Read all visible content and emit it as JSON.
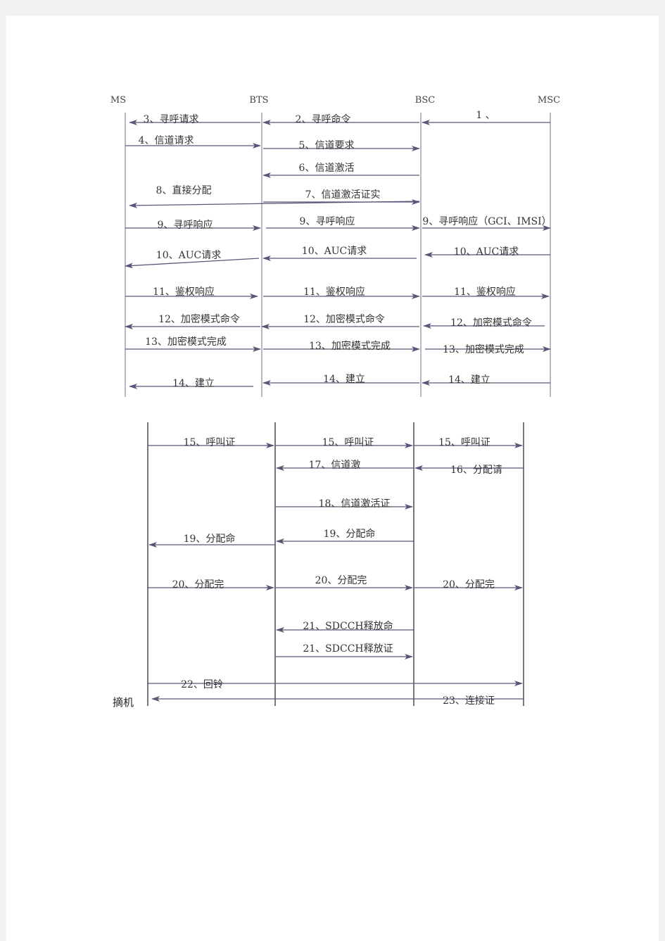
{
  "diagram1": {
    "entities": [
      "MS",
      "BTS",
      "BSC",
      "MSC"
    ],
    "messages": [
      {
        "from": "MSC",
        "to": "BSC",
        "label": "1 、"
      },
      {
        "from": "BSC",
        "to": "BTS",
        "label": "2、寻呼命令"
      },
      {
        "from": "BTS",
        "to": "MS",
        "label": "3、寻呼请求"
      },
      {
        "from": "MS",
        "to": "BTS",
        "label": "4、信道请求"
      },
      {
        "from": "BTS",
        "to": "BSC",
        "label": "5、信道要求"
      },
      {
        "from": "BSC",
        "to": "BTS",
        "label": "6、信道激活"
      },
      {
        "from": "BTS",
        "to": "BSC",
        "label": "7、信道激活证实"
      },
      {
        "from": "BSC",
        "to": "MS",
        "label": "8、直接分配"
      },
      {
        "from": "MS",
        "to": "BTS",
        "label": "9、寻呼响应"
      },
      {
        "from": "BTS",
        "to": "BSC",
        "label": "9、寻呼响应"
      },
      {
        "from": "BSC",
        "to": "MSC",
        "label": "9、寻呼响应（GCI、IMSI）"
      },
      {
        "from": "MSC",
        "to": "BSC",
        "label": "10、AUC请求"
      },
      {
        "from": "BSC",
        "to": "BTS",
        "label": "10、AUC请求"
      },
      {
        "from": "BTS",
        "to": "MS",
        "label": "10、AUC请求"
      },
      {
        "from": "MS",
        "to": "BTS",
        "label": "11、鉴权响应"
      },
      {
        "from": "BTS",
        "to": "BSC",
        "label": "11、鉴权响应"
      },
      {
        "from": "BSC",
        "to": "MSC",
        "label": "11、鉴权响应"
      },
      {
        "from": "MSC",
        "to": "BSC",
        "label": "12、加密模式命令"
      },
      {
        "from": "BSC",
        "to": "BTS",
        "label": "12、加密模式命令"
      },
      {
        "from": "BTS",
        "to": "MS",
        "label": "12、加密模式命令"
      },
      {
        "from": "MS",
        "to": "BTS",
        "label": "13、加密模式完成"
      },
      {
        "from": "BTS",
        "to": "BSC",
        "label": "13、加密模式完成"
      },
      {
        "from": "BSC",
        "to": "MSC",
        "label": "13、加密模式完成"
      },
      {
        "from": "MSC",
        "to": "BSC",
        "label": "14、建立"
      },
      {
        "from": "BSC",
        "to": "BTS",
        "label": "14、建立"
      },
      {
        "from": "BTS",
        "to": "MS",
        "label": "14、建立"
      }
    ]
  },
  "diagram2": {
    "side_label": "摘机",
    "messages": [
      {
        "from": "MS",
        "to": "BTS",
        "label": "15、呼叫证"
      },
      {
        "from": "BTS",
        "to": "BSC",
        "label": "15、呼叫证"
      },
      {
        "from": "BSC",
        "to": "MSC",
        "label": "15、呼叫证"
      },
      {
        "from": "BSC",
        "to": "BTS",
        "label": "17、信道激"
      },
      {
        "from": "MSC",
        "to": "BSC",
        "label": "16、分配请"
      },
      {
        "from": "BTS",
        "to": "BSC",
        "label": "18、信道激活证"
      },
      {
        "from": "BTS",
        "to": "MS",
        "label": "19、分配命"
      },
      {
        "from": "BSC",
        "to": "BTS",
        "label": "19、分配命"
      },
      {
        "from": "MS",
        "to": "BTS",
        "label": "20、分配完"
      },
      {
        "from": "BTS",
        "to": "BSC",
        "label": "20、分配完"
      },
      {
        "from": "BSC",
        "to": "MSC",
        "label": "20、分配完"
      },
      {
        "from": "BSC",
        "to": "BTS",
        "label": "21、SDCCH释放命"
      },
      {
        "from": "BTS",
        "to": "BSC",
        "label": "21、SDCCH释放证"
      },
      {
        "from": "MS",
        "to": "MSC",
        "label": "22、回铃"
      },
      {
        "from": "MSC",
        "to": "MS",
        "label": "23、连接证"
      }
    ]
  }
}
